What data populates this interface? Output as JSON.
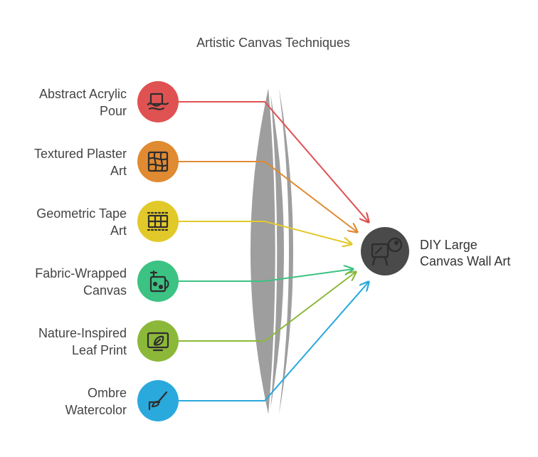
{
  "title": "Artistic Canvas Techniques",
  "target": {
    "label_lines": [
      "DIY Large",
      "Canvas Wall Art"
    ],
    "color": "#4a4a4a",
    "icon": "canvas-easel-palette-icon"
  },
  "sources": [
    {
      "label_lines": [
        "Abstract Acrylic",
        "Pour"
      ],
      "color": "#e05252",
      "icon": "abstract-pour-icon"
    },
    {
      "label_lines": [
        "Textured Plaster",
        "Art"
      ],
      "color": "#e08a32",
      "icon": "textured-grid-icon"
    },
    {
      "label_lines": [
        "Geometric Tape",
        "Art"
      ],
      "color": "#e2c92a",
      "icon": "tape-grid-icon"
    },
    {
      "label_lines": [
        "Fabric-Wrapped",
        "Canvas"
      ],
      "color": "#3cc283",
      "icon": "fabric-canvas-icon"
    },
    {
      "label_lines": [
        "Nature-Inspired",
        "Leaf Print"
      ],
      "color": "#8cb83a",
      "icon": "leaf-print-icon"
    },
    {
      "label_lines": [
        "Ombre",
        "Watercolor"
      ],
      "color": "#2aa9dc",
      "icon": "paintbrush-icon"
    }
  ]
}
